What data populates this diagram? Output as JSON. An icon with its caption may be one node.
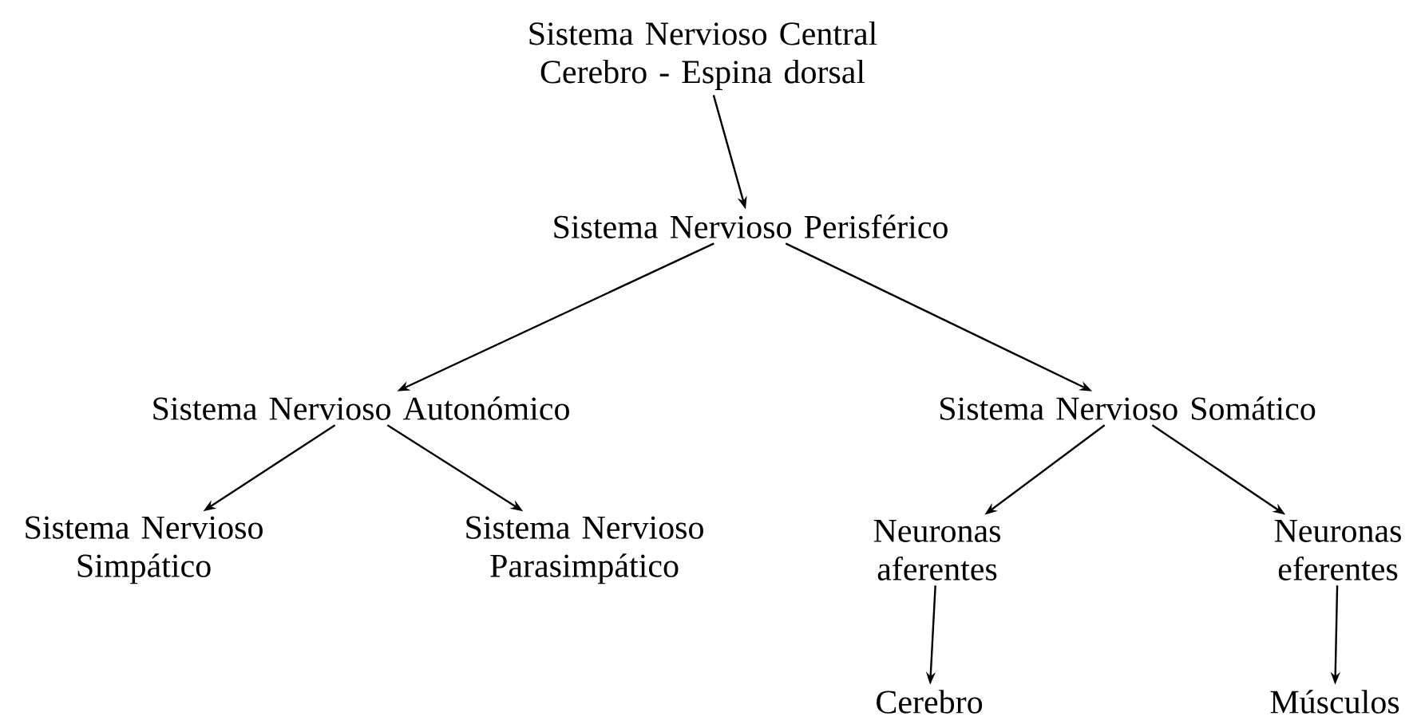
{
  "diagram": {
    "nodes": [
      {
        "text": [
          "Sistema Nervioso Central",
          "Cerebro - Espina dorsal"
        ]
      },
      {
        "text": [
          "Sistema Nervioso Perisférico"
        ]
      },
      {
        "text": [
          "Sistema Nervioso Autonómico"
        ]
      },
      {
        "text": [
          "Sistema Nervioso Somático"
        ]
      },
      {
        "text": [
          "Sistema Nervioso Simpático"
        ]
      },
      {
        "text": [
          "Sistema Nervioso Parasimpático"
        ]
      },
      {
        "text": [
          "Neuronas aferentes"
        ]
      },
      {
        "text": [
          "Neuronas eferentes"
        ]
      },
      {
        "text": [
          "Cerebro"
        ]
      },
      {
        "text": [
          "Músculos"
        ]
      }
    ],
    "edges": [
      {
        "from": 0,
        "to": 1,
        "arrow": "to"
      },
      {
        "from": 1,
        "to": 2,
        "arrow": "to"
      },
      {
        "from": 1,
        "to": 3,
        "arrow": "to"
      },
      {
        "from": 2,
        "to": 4,
        "arrow": "to"
      },
      {
        "from": 2,
        "to": 5,
        "arrow": "to"
      },
      {
        "from": 3,
        "to": 6,
        "arrow": "to"
      },
      {
        "from": 3,
        "to": 7,
        "arrow": "to"
      },
      {
        "from": 6,
        "to": 8,
        "arrow": "to"
      },
      {
        "from": 7,
        "to": 9,
        "arrow": "to"
      }
    ]
  }
}
